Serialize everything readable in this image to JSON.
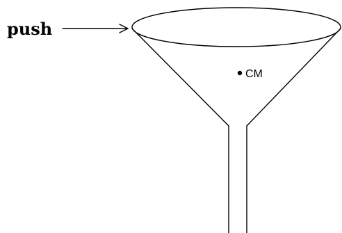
{
  "labels": {
    "push": "push",
    "center_of_mass": "CM"
  },
  "colors": {
    "line": "#000000",
    "background": "#ffffff"
  },
  "icons": {
    "arrow": "arrow-right",
    "point": "dot"
  }
}
